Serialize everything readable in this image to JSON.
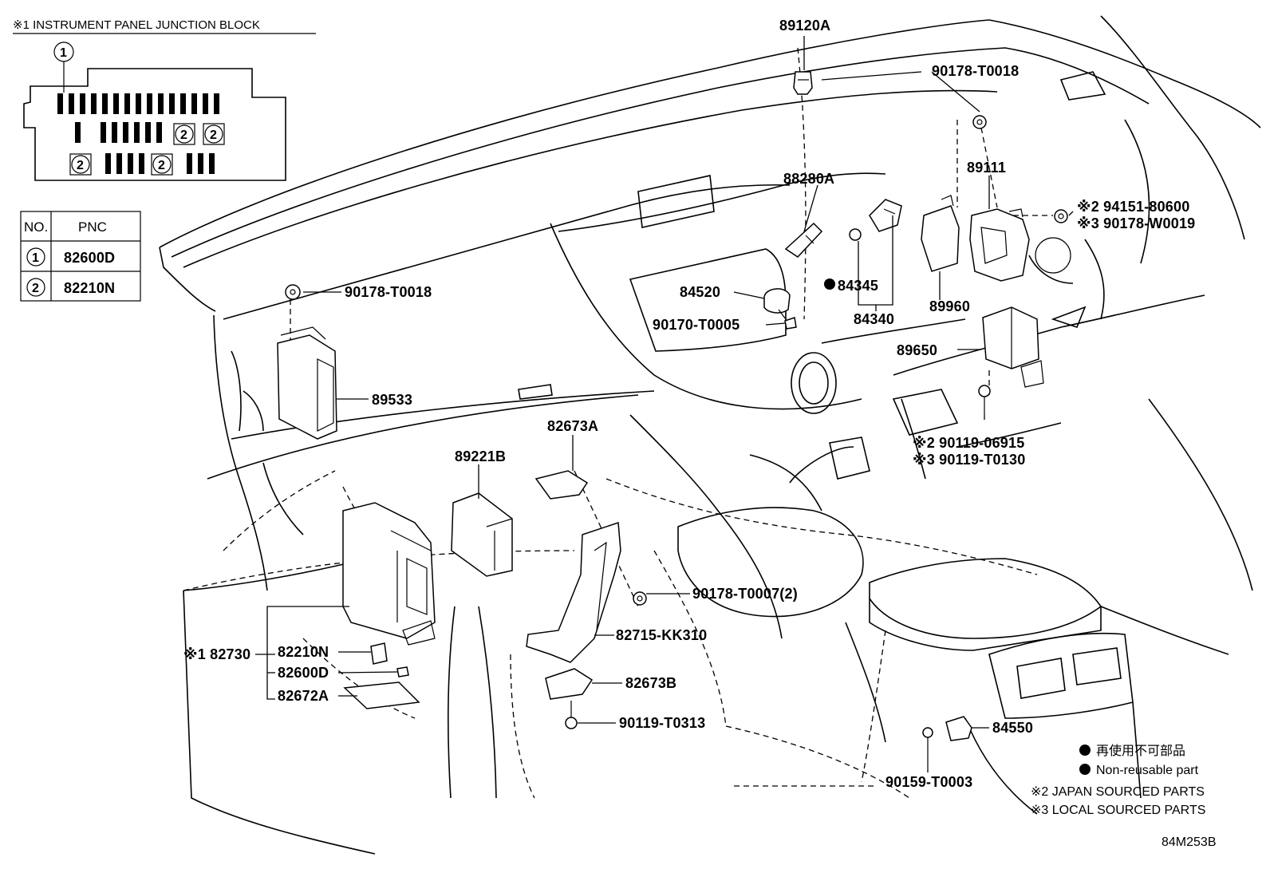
{
  "inset": {
    "title": "※1 INSTRUMENT PANEL JUNCTION BLOCK",
    "callout": "1",
    "slot_mark": "2"
  },
  "table": {
    "col_no": "NO.",
    "col_pnc": "PNC",
    "rows": [
      {
        "no": "1",
        "pnc": "82600D"
      },
      {
        "no": "2",
        "pnc": "82210N"
      }
    ]
  },
  "labels": {
    "p89120A": "89120A",
    "p90178T0018_top": "90178-T0018",
    "p89111": "89111",
    "p88280A": "88280A",
    "p94151": "※2 94151-80600",
    "p90178W0019": "※3 90178-W0019",
    "p90178T0018_left": "90178-T0018",
    "p84520": "84520",
    "p84345": "84345",
    "p84340": "84340",
    "p89960": "89960",
    "p90170T0005": "90170-T0005",
    "p89650": "89650",
    "p89533": "89533",
    "p90119_06915": "※2 90119-06915",
    "p90119_T0130": "※3 90119-T0130",
    "p82673A": "82673A",
    "p89221B": "89221B",
    "p90178T0007": "90178-T0007(2)",
    "p82715": "82715-KK310",
    "p82730": "※1 82730",
    "p82210N": "82210N",
    "p82600D": "82600D",
    "p82672A": "82672A",
    "p82673B": "82673B",
    "p90119T0313": "90119-T0313",
    "p84550": "84550",
    "p90159T0003": "90159-T0003"
  },
  "legend": {
    "non_reuse_jp": "再使用不可部品",
    "non_reuse_en": "Non-reusable part",
    "japan": "※2 JAPAN SOURCED PARTS",
    "local": "※3 LOCAL SOURCED PARTS"
  },
  "figure_id": "84M253B"
}
